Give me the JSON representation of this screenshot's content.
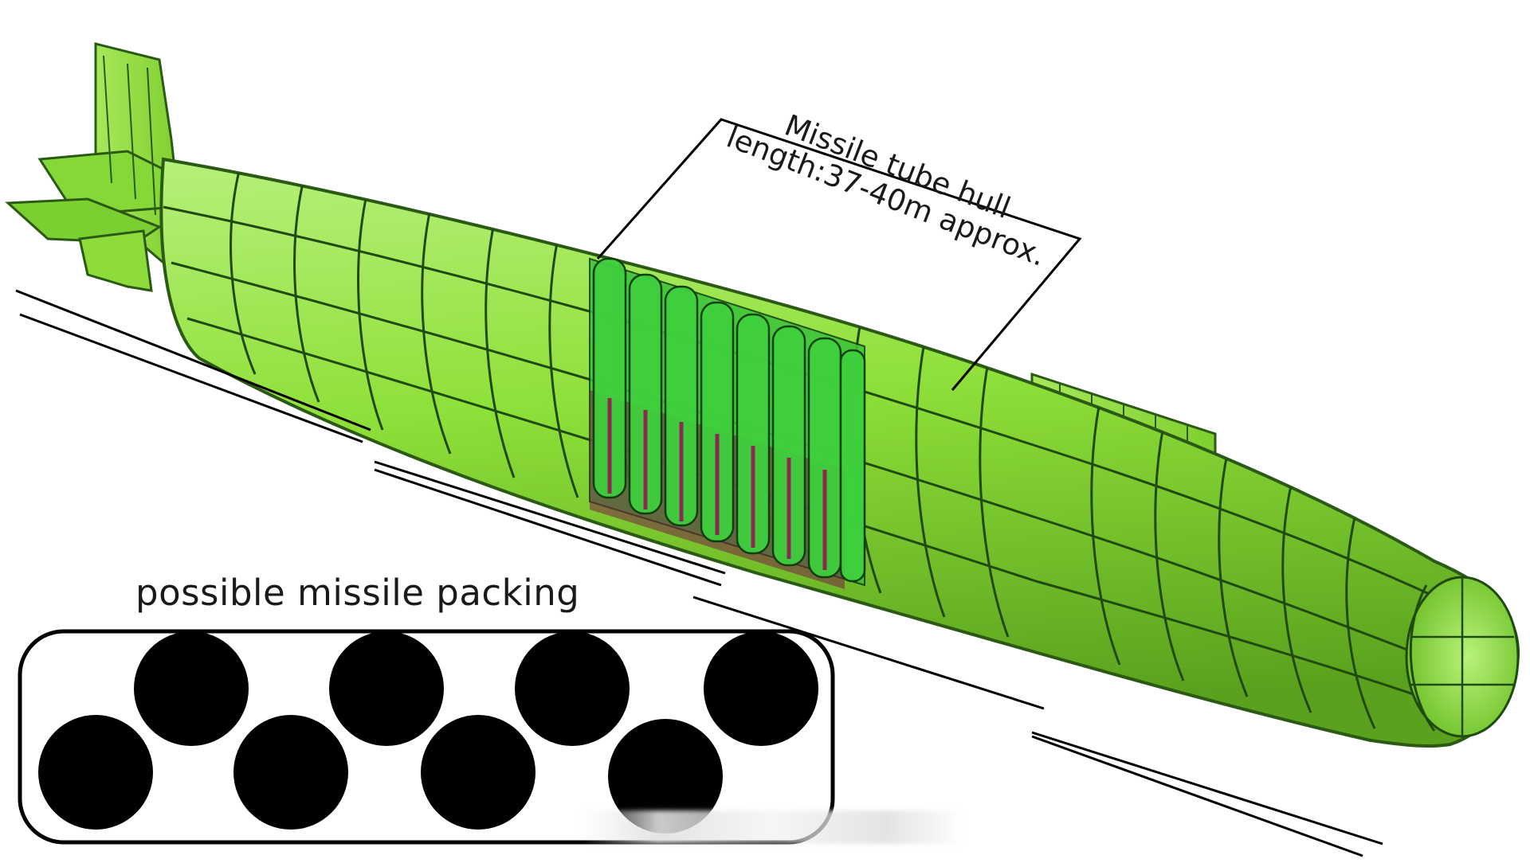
{
  "labels": {
    "tube_title_line1": "Missile tube hull",
    "tube_title_line2": "length:37-40m approx.",
    "packing_title": "possible missile packing"
  },
  "colors": {
    "hull_green": "#8fe03a",
    "hull_dark": "#5aa21d",
    "panel_lines": "#1f4a10",
    "missile_tube_green": "#39c23a",
    "missile_dark": "#7a1f44",
    "ink": "#000000"
  },
  "packing": {
    "missile_count": 8,
    "rows": 2
  }
}
